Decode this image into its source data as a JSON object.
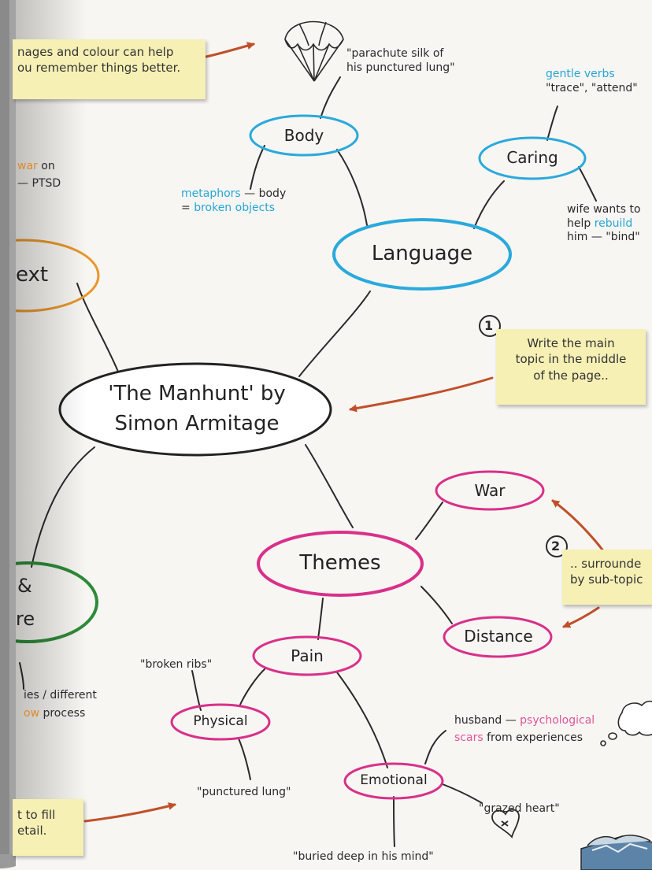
{
  "colors": {
    "language_branch": "#2aa9dc",
    "themes_branch": "#d9308a",
    "context_branch": "#e8962a",
    "structure_branch": "#2e8b3a",
    "central_node": "#222222",
    "connector": "#2a2a2a",
    "arrow": "#c0502a",
    "sticky_note": "#f6f0b5",
    "left_page_panel": "#8c8c8c"
  },
  "icons": [
    "parachute-drawing",
    "thought-cloud-drawing",
    "heart-drawing",
    "cardboard-box-drawing"
  ],
  "central": {
    "line1": "'The Manhunt' by",
    "line2": "Simon Armitage"
  },
  "nodes": {
    "language": "Language",
    "body": "Body",
    "caring": "Caring",
    "context_partial": "ext",
    "themes": "Themes",
    "war": "War",
    "distance": "Distance",
    "pain": "Pain",
    "physical": "Physical",
    "emotional": "Emotional",
    "structure_partial_1": "&",
    "structure_partial_2": "re"
  },
  "annotations": {
    "parachute_quote_1": "\"parachute silk of",
    "parachute_quote_2": "his punctured lung\"",
    "gentle_verbs": "gentle verbs",
    "trace_attend": "\"trace\", \"attend\"",
    "metaphors": "metaphors",
    "metaphors_rest": " — body",
    "broken_objects_prefix": "= ",
    "broken_objects": "broken objects",
    "wife_line1": "wife wants to",
    "wife_line2_a": "help ",
    "wife_line2_b": "rebuild",
    "wife_line3": "him — \"bind\"",
    "war_on_a": "war",
    "war_on_b": " on",
    "ptsd": "— PTSD",
    "broken_ribs": "\"broken ribs\"",
    "punctured_lung": "\"punctured lung\"",
    "husband_a": "husband — ",
    "husband_b": "psychological",
    "scars_a": "scars",
    "scars_b": " from experiences",
    "grazed_heart": "\"grazed heart\"",
    "buried_deep": "\"buried deep in his mind\"",
    "stanzas_partial": "ies / different",
    "process_a": "ow",
    "process_b": " process"
  },
  "notes": {
    "images": {
      "line1": "nages and colour can help",
      "line2": "ou remember things better."
    },
    "step1": {
      "number": "1",
      "line1": "Write the main",
      "line2": "topic in the middle",
      "line3": "of the page.."
    },
    "step2": {
      "number": "2",
      "line1": ".. surrounde",
      "line2": "by sub-topic"
    },
    "fill": {
      "line1": "t to fill",
      "line2": "etail."
    }
  }
}
